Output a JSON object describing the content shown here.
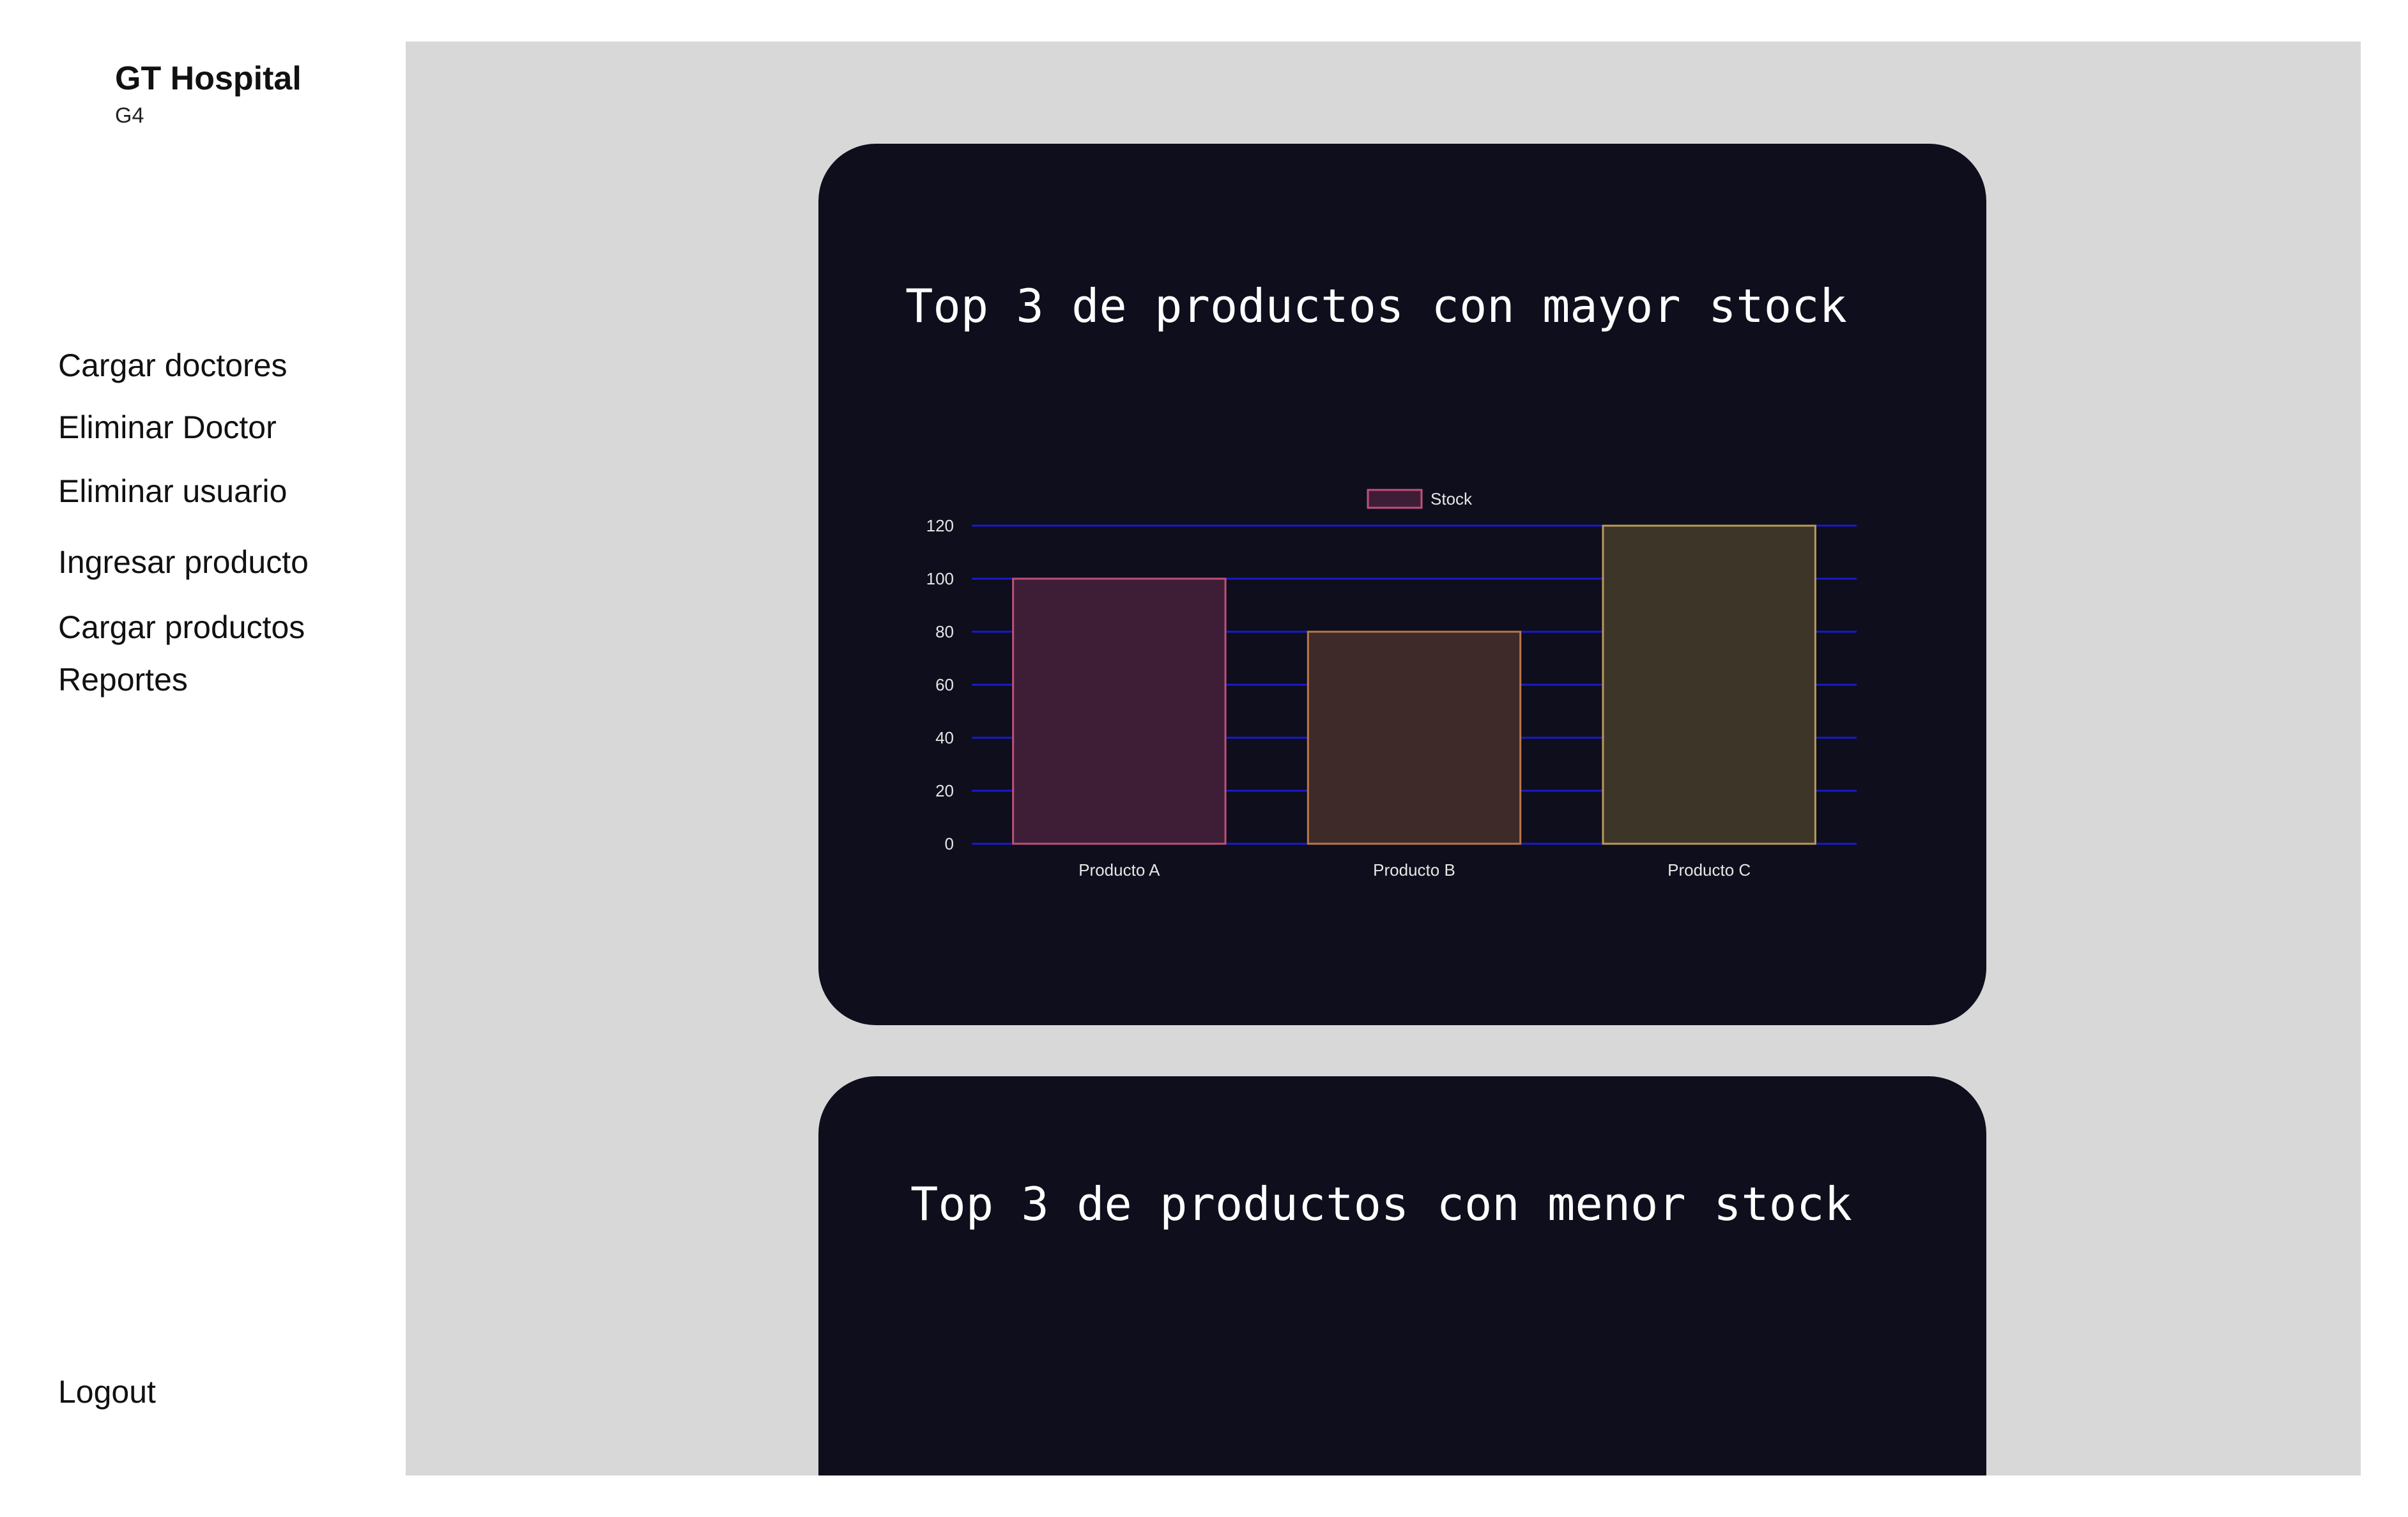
{
  "sidebar": {
    "brand_title": "GT Hospital",
    "brand_subtitle": "G4",
    "items": [
      {
        "label": "Cargar doctores"
      },
      {
        "label": "Eliminar Doctor"
      },
      {
        "label": "Eliminar usuario"
      },
      {
        "label": "Ingresar producto"
      },
      {
        "label": "Cargar productos"
      },
      {
        "label": "Reportes"
      }
    ],
    "logout_label": "Logout"
  },
  "cards": {
    "top_title": "Top 3 de productos con mayor stock",
    "bottom_title": "Top 3 de productos con menor stock"
  },
  "colors": {
    "main_background": "#d8d8d8",
    "card_background": "#0e0e1c",
    "gridline": "#1a1acc",
    "bar_fills": [
      "#3e1e36",
      "#3e2a28",
      "#3e3529"
    ],
    "bar_borders": [
      "#c0507a",
      "#b8784c",
      "#b89a5a"
    ]
  },
  "chart_data": {
    "type": "bar",
    "categories": [
      "Producto A",
      "Producto B",
      "Producto C"
    ],
    "series": [
      {
        "name": "Stock",
        "values": [
          100,
          80,
          120
        ]
      }
    ],
    "ylim": [
      0,
      120
    ],
    "yticks": [
      0,
      20,
      40,
      60,
      80,
      100,
      120
    ],
    "legend_position": "top-center",
    "grid": true
  }
}
